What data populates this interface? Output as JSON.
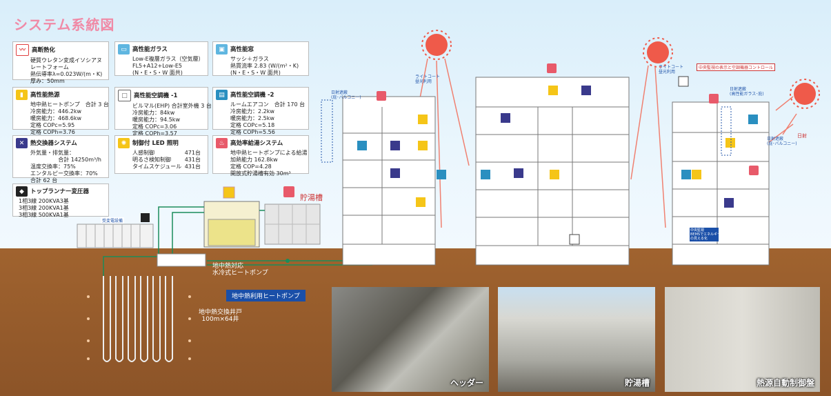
{
  "title": "システム系統図",
  "specs": {
    "insulation": {
      "heading": "高断熱化",
      "lines": [
        "硬質ウレタン変成イソシアヌ",
        "レートフォーム",
        "熱伝導率λ=0.023W/(m・K)",
        "厚み：50mm"
      ],
      "color": "#e04040",
      "icon": "heat-wave-icon"
    },
    "glass": {
      "heading": "高性能ガラス",
      "lines": [
        "Low-E複層ガラス（空気層）",
        "FL5+A12+Low-E5",
        "(N・E・S・W 面共)"
      ],
      "color": "#5fb6e0",
      "icon": "glass-pane-icon"
    },
    "window": {
      "heading": "高性能窓",
      "lines": [
        "サッシ＋ガラス",
        "熱貫流率 2.83 (W/(m²・K)",
        "(N・E・S・W 面共)"
      ],
      "color": "#5fb6e0",
      "icon": "window-icon"
    },
    "heatsource": {
      "heading": "高性能熱源",
      "lines": [
        "地中熱ヒートポンプ　合計 3 台",
        "冷房能力：446.2kw",
        "暖房能力：468.6kw",
        "定格 COPc=5.95",
        "定格 COPh=3.76"
      ],
      "color": "#f5c518",
      "icon": "heat-source-icon"
    },
    "ac1": {
      "heading": "高性能空調機 -1",
      "lines": [
        "ビルマル(EHP) 合計室外機 3 台",
        "冷房能力：84kw",
        "暖房能力：94.5kw",
        "定格 COPc=3.06",
        "定格 COPh=3.57"
      ],
      "color": "#666666",
      "icon": "outdoor-unit-icon"
    },
    "ac2": {
      "heading": "高性能空調機 -2",
      "lines": [
        "ルームエアコン　合計 170 台",
        "冷房能力：2.2kw",
        "暖房能力：2.5kw",
        "定格 COPc=5.18",
        "定格 COPh=5.56"
      ],
      "color": "#2a8fc0",
      "icon": "room-aircon-icon"
    },
    "hex": {
      "heading": "熱交換器システム",
      "lines": [
        "外気量・排気量：",
        "合計 14250m³/h",
        "温度交換率：75%",
        "エンタルピー交換率：70%",
        "合計 62 台"
      ],
      "color": "#3a3a8c",
      "icon": "heat-exchanger-icon"
    },
    "led": {
      "heading": "制御付 LED 照明",
      "rows": [
        [
          "人感制御",
          "471台"
        ],
        [
          "明るさ検知制御",
          "431台"
        ],
        [
          "タイムスケジュール",
          "431台"
        ]
      ],
      "color": "#f5c518",
      "icon": "led-light-icon"
    },
    "hotwater": {
      "heading": "高効率給湯システム",
      "lines": [
        "地中熱ヒートポンプによる給湯",
        "加熱能力 162.8kw",
        "定格 COP=4.28",
        "開放式貯湯槽有効 30m³"
      ],
      "color": "#e85a6a",
      "icon": "hot-water-icon"
    },
    "transformer": {
      "heading": "トップランナー変圧器",
      "lines": [
        "1相3線 200KVA3基",
        "3相3線 200KVA1基",
        "3相3線 500KVA1基"
      ],
      "color": "#222222",
      "icon": "transformer-icon"
    }
  },
  "labels": {
    "substation": "受変電設備",
    "storage_tank": "貯湯槽",
    "gshp_label": "地中熱対応\n水冷式ヒートポンプ",
    "gshp_blue": "地中熱利用ヒートポンプ",
    "boreholes": "地中熱交換井戸\n100m×64井",
    "lightcourt1": "ライトコート\n昼光利用",
    "lightcourt2": "ライトコート\n昼光利用",
    "shade1": "日射遮蔽\n(庇･バルコニー)",
    "shade2": "日射遮蔽\n(高性能ガラス･庇)",
    "shade3": "日射遮蔽\n(庇･バルコニー)",
    "sun_label": "日射",
    "bems": "中央監視\nBEMSでエネルギー\nの見える化",
    "note_red": "中央監視の表示と空調機器コントロール"
  },
  "photos": [
    {
      "caption": "ヘッダー"
    },
    {
      "caption": "貯湯槽"
    },
    {
      "caption": "熱源自動制御盤"
    }
  ]
}
